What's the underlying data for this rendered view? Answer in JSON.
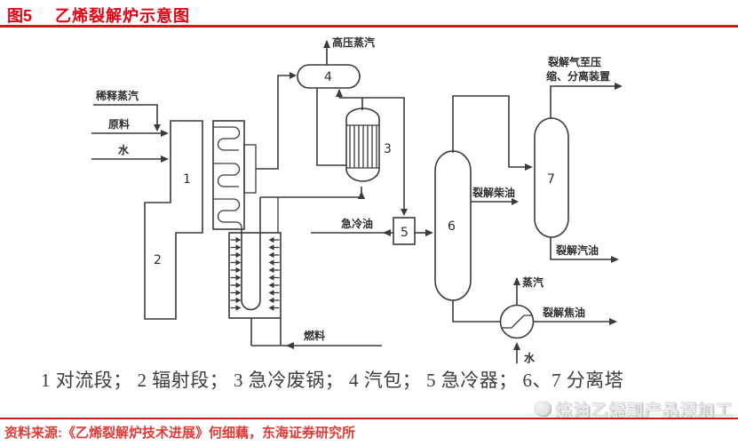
{
  "header": {
    "figure_label": "图5",
    "title": "乙烯裂解炉示意图"
  },
  "diagram": {
    "inputs": {
      "dilution_steam": "稀释蒸汽",
      "feedstock": "原料",
      "water": "水",
      "fuel": "燃料"
    },
    "equipment": {
      "n1": "1",
      "n2": "2",
      "n3": "3",
      "n4": "4",
      "n5": "5",
      "n6": "6",
      "n7": "7"
    },
    "streams": {
      "hp_steam": "高压蒸汽",
      "cracked_gas_line1": "裂解气至压",
      "cracked_gas_line2": "缩、分离装置",
      "quench_oil": "急冷油",
      "cracked_diesel": "裂解柴油",
      "cracked_gasoline": "裂解汽油",
      "steam_out": "蒸汽",
      "cracked_tar": "裂解焦油",
      "water_in": "水"
    }
  },
  "caption": "1 对流段； 2 辐射段； 3 急冷废锅； 4 汽包； 5 急冷器； 6、7 分离塔",
  "footer": {
    "source": "资料来源:《乙烯裂解炉技术进展》何细藕，东海证券研究所",
    "watermark": "炼油乙烯副产品深加工"
  },
  "colors": {
    "accent_red": "#e60012",
    "rule_red": "#d01818",
    "line": "#3a3a3a",
    "watermark_gray": "#e4e4e4"
  }
}
